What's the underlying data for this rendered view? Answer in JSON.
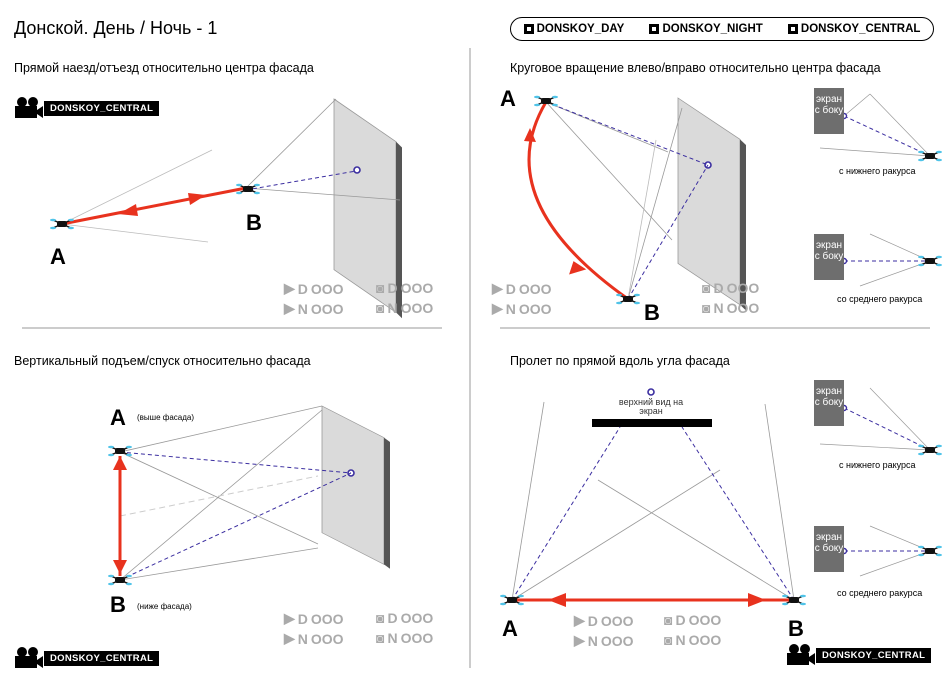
{
  "header": {
    "title": "Донской.  День / Ночь - 1"
  },
  "legend": {
    "items": [
      {
        "label": "DONSKOY_DAY"
      },
      {
        "label": "DONSKOY_NIGHT"
      },
      {
        "label": "DONSKOY_CENTRAL"
      }
    ]
  },
  "panels": {
    "p1": {
      "title": "Прямой наезд/отъезд относительно центра фасада",
      "tag": "DONSKOY_CENTRAL",
      "point_a": "A",
      "point_b": "B"
    },
    "p2": {
      "title": "Круговое вращение влево/вправо относительно центра фасада",
      "point_a": "A",
      "point_b": "B",
      "screen_label": "экран с боку",
      "view1": "с нижнего ракурса",
      "view2": "со среднего ракурса"
    },
    "p3": {
      "title": "Вертикальный подъем/спуск относительно фасада",
      "point_a": "A",
      "point_a_note": "(выше фасада)",
      "point_b": "B",
      "point_b_note": "(ниже фасада)",
      "tag": "DONSKOY_CENTRAL"
    },
    "p4": {
      "title": "Пролет по прямой вдоль угла фасада",
      "top_view": "верхний вид на экран",
      "point_a": "A",
      "point_b": "B",
      "screen_label": "экран с боку",
      "view1": "с нижнего ракурса",
      "view2": "со среднего ракурса",
      "tag": "DONSKOY_CENTRAL"
    }
  },
  "status": {
    "day": "D",
    "night": "N",
    "dots": "OOO"
  },
  "colors": {
    "accent": "#e8321e",
    "dash": "#3b2ea0",
    "line": "#888888"
  }
}
